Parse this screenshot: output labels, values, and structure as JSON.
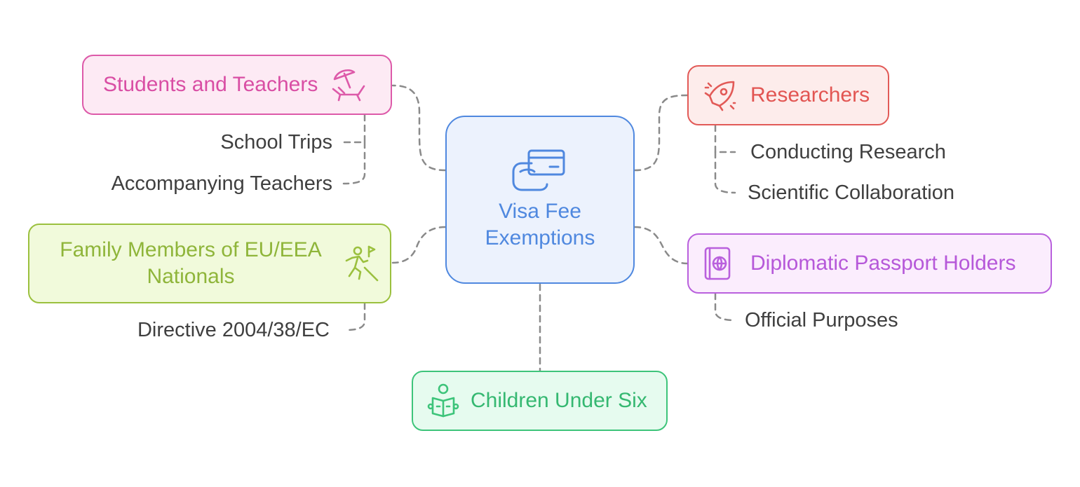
{
  "center": {
    "line1": "Visa Fee",
    "line2": "Exemptions",
    "icon": "payment-card-icon"
  },
  "branches": {
    "students": {
      "label": "Students and Teachers",
      "icon": "lounge-chair-umbrella-icon",
      "color": "#dd5aa9",
      "items": [
        "School Trips",
        "Accompanying Teachers"
      ]
    },
    "researchers": {
      "label": "Researchers",
      "icon": "rocket-icon",
      "color": "#e25a57",
      "items": [
        "Conducting Research",
        "Scientific Collaboration"
      ]
    },
    "family": {
      "line1": "Family Members of EU/EEA",
      "line2": "Nationals",
      "icon": "hiker-flag-icon",
      "color": "#9bc03e",
      "items": [
        "Directive 2004/38/EC"
      ]
    },
    "diplomatic": {
      "label": "Diplomatic Passport Holders",
      "icon": "passport-icon",
      "color": "#b960dd",
      "items": [
        "Official Purposes"
      ]
    },
    "children": {
      "label": "Children Under Six",
      "icon": "child-reading-icon",
      "color": "#3dc47a"
    }
  },
  "colors": {
    "center": "#4f88df",
    "connector": "#8a8a8a",
    "subtext": "#3f3f3f"
  }
}
